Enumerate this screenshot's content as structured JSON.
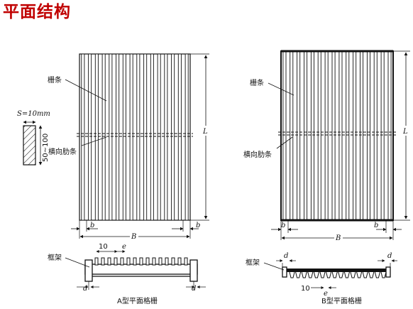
{
  "title": "平面结构",
  "panel_a": {
    "caption": "A型平面格栅",
    "label_bar": "栅条",
    "label_rib": "横向肋条",
    "label_frame": "框架",
    "dim_L": "L",
    "dim_B": "B",
    "dim_b_left": "b",
    "dim_b_right": "b",
    "dim_d_left": "d",
    "dim_d_right": "d",
    "dim_10": "10",
    "dim_e": "e",
    "section_S": "S=10mm",
    "section_h": "50~100"
  },
  "panel_b": {
    "caption": "B型平面格栅",
    "label_bar": "栅条",
    "label_rib": "横向肋条",
    "label_frame": "框架",
    "dim_L": "L",
    "dim_B": "B",
    "dim_b_left": "b",
    "dim_b_right": "b",
    "dim_d_left": "d",
    "dim_d_right": "d",
    "dim_10": "10",
    "dim_e": "e"
  },
  "colors": {
    "title": "#c00000",
    "ink": "#111111"
  }
}
